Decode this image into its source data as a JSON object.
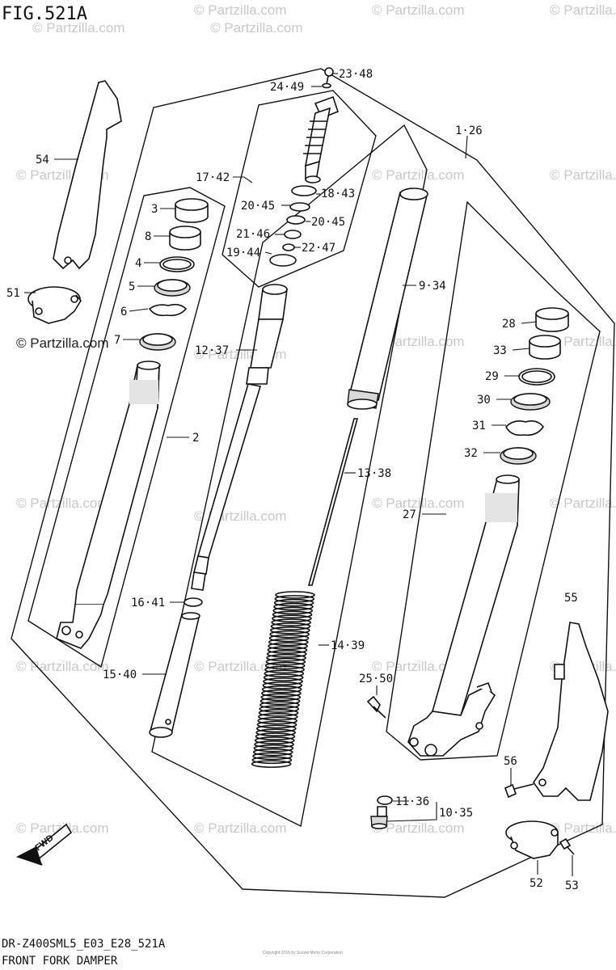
{
  "header": {
    "figure_title": "FIG.521A"
  },
  "footer": {
    "model_code": "DR-Z400SML5_E03_E28_521A",
    "section_title": "FRONT FORK DAMPER",
    "small_print": "Copyright 2016 by Suzuki Motor Corporation"
  },
  "watermark": {
    "text": "© Partzilla.com"
  },
  "fwd_badge": {
    "text": "FWD"
  },
  "callouts": [
    "23·48",
    "24·49",
    "1·26",
    "17·42",
    "18·43",
    "20·45",
    "20·45",
    "21·46",
    "22·47",
    "19·44",
    "54",
    "3",
    "8",
    "4",
    "5",
    "6",
    "7",
    "51",
    "2",
    "9·34",
    "12·37",
    "28",
    "33",
    "29",
    "30",
    "31",
    "32",
    "13·38",
    "27",
    "16·41",
    "55",
    "14·39",
    "15·40",
    "25·50",
    "56",
    "11·36",
    "10·35",
    "52",
    "53"
  ]
}
